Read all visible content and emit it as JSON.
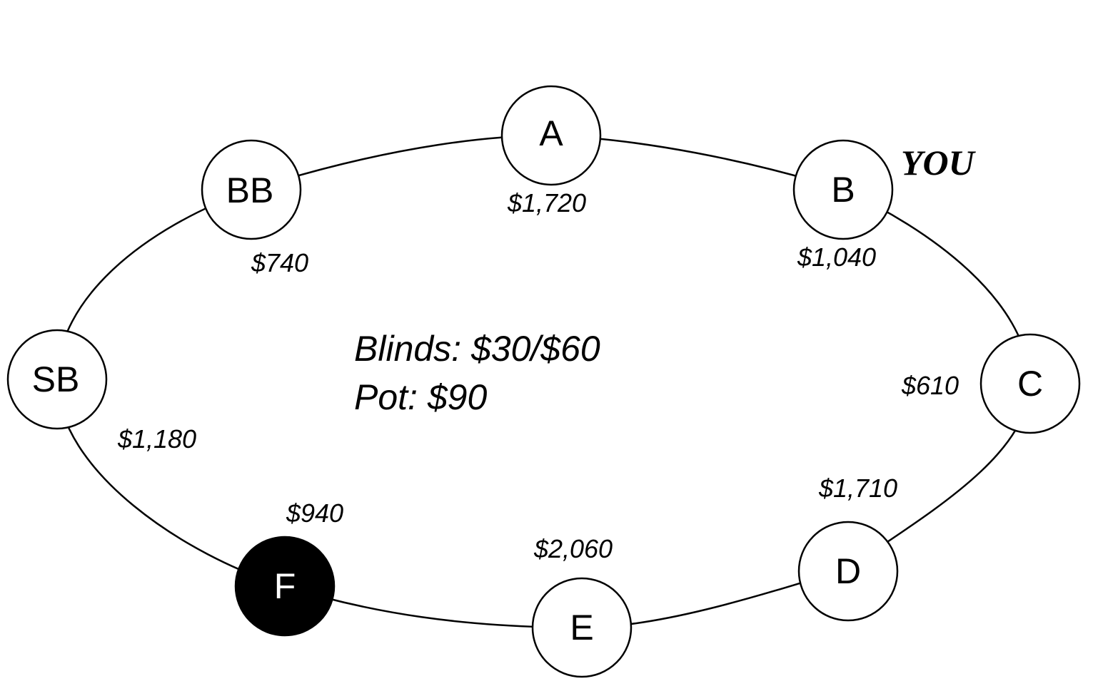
{
  "table": {
    "blinds": "Blinds: $30/$60",
    "pot": "Pot: $90",
    "hero_marker": "YOU"
  },
  "seats": [
    {
      "id": "A",
      "label": "A",
      "stack": "$1,720",
      "filled": false
    },
    {
      "id": "B",
      "label": "B",
      "stack": "$1,040",
      "filled": false,
      "hero": true
    },
    {
      "id": "C",
      "label": "C",
      "stack": "$610",
      "filled": false
    },
    {
      "id": "D",
      "label": "D",
      "stack": "$1,710",
      "filled": false
    },
    {
      "id": "E",
      "label": "E",
      "stack": "$2,060",
      "filled": false
    },
    {
      "id": "F",
      "label": "F",
      "stack": "$940",
      "filled": true
    },
    {
      "id": "SB",
      "label": "SB",
      "stack": "$1,180",
      "filled": false
    },
    {
      "id": "BB",
      "label": "BB",
      "stack": "$740",
      "filled": false
    }
  ],
  "colors": {
    "line": "#000000",
    "seat_fill": "#ffffff",
    "seat_fill_active": "#000000",
    "text": "#000000",
    "text_on_active": "#ffffff"
  }
}
